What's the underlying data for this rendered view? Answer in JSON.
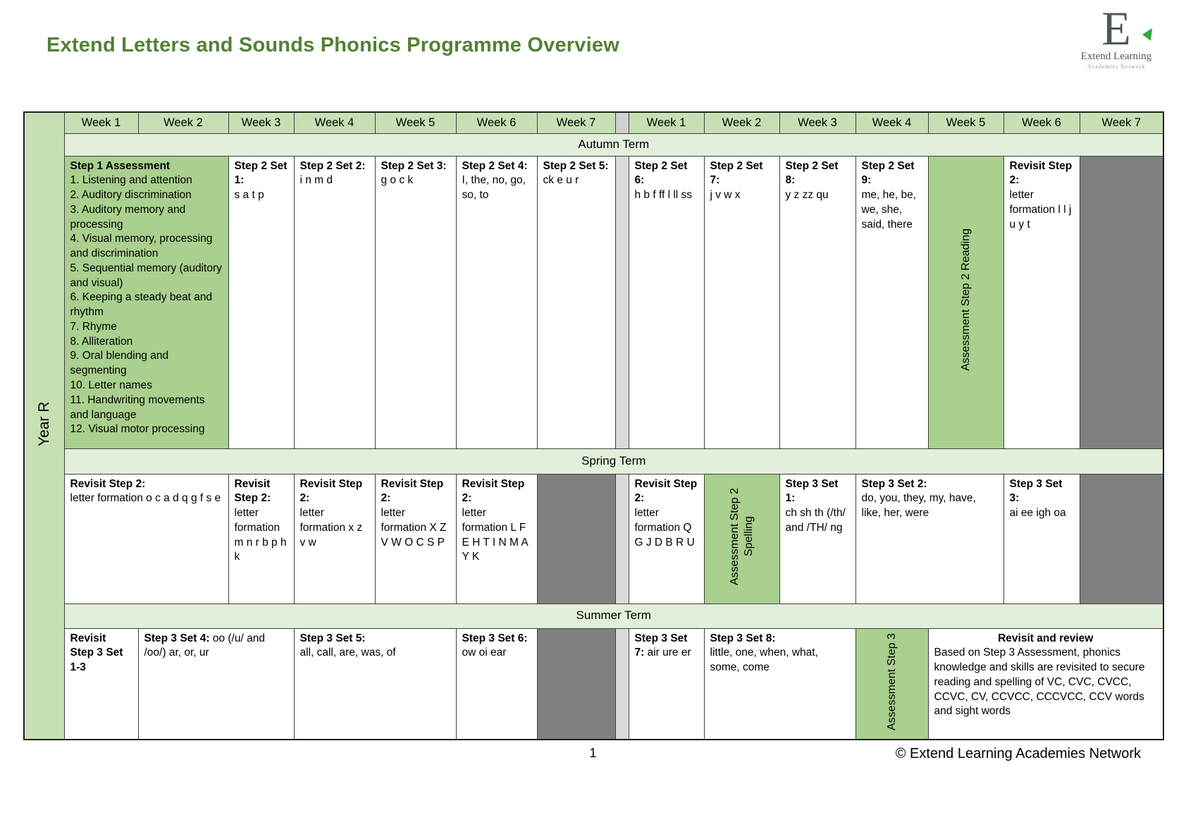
{
  "page": {
    "title": "Extend Letters and Sounds Phonics Programme Overview",
    "page_number": "1",
    "copyright": "© Extend Learning Academies Network"
  },
  "logo": {
    "letter": "E",
    "line1": "Extend Learning",
    "line2": "Academies Network"
  },
  "colors": {
    "title_green": "#538135",
    "week_header_green": "#C6E0B4",
    "term_banner_green": "#E2EFDA",
    "assessment_green": "#A9D08E",
    "unused_dark_gray": "#808080",
    "spacer_gray": "#DADADA",
    "logo_green": "#2EA836"
  },
  "table": {
    "year_label": "Year R",
    "weeks": [
      "Week 1",
      "Week 2",
      "Week 3",
      "Week 4",
      "Week 5",
      "Week 6",
      "Week 7"
    ],
    "autumn": {
      "title": "Autumn Term",
      "c0": {
        "head": "Step 1 Assessment",
        "body": "1. Listening and attention\n2. Auditory discrimination\n3. Auditory memory and processing\n4. Visual memory, processing and discrimination\n5. Sequential memory (auditory and visual)\n6. Keeping a steady beat and rhythm\n7. Rhyme\n8. Alliteration\n9. Oral blending and segmenting\n10. Letter names\n11. Handwriting movements and language\n12. Visual motor processing"
      },
      "c1": {
        "head": "Step 2 Set 1:",
        "body": "s a t p"
      },
      "c2": {
        "head": "Step 2 Set 2:",
        "body": "i n m d"
      },
      "c3": {
        "head": "Step 2 Set 3:",
        "body": "g o c k"
      },
      "c4": {
        "head": "Step 2 Set 4:",
        "body": "I, the, no, go, so, to"
      },
      "c5": {
        "head": "Step 2 Set 5:",
        "body": "ck e u r"
      },
      "c6": {
        "head": "Step 2 Set 6:",
        "body": "h b f ff l ll ss"
      },
      "c7": {
        "head": "Step 2 Set 7:",
        "body": "j v w x"
      },
      "c8": {
        "head": "Step 2 Set 8:",
        "body": "y z zz qu"
      },
      "c9": {
        "head": "Step 2 Set 9:",
        "body": "me, he, be, we, she, said, there"
      },
      "c10": {
        "label": "Assessment Step 2 Reading"
      },
      "c11": {
        "head": "Revisit Step 2:",
        "body": "letter formation l l j u y t"
      }
    },
    "spring": {
      "title": "Spring Term",
      "c0": {
        "head": "Revisit Step 2:",
        "body": "letter formation o c a d q g f s e"
      },
      "c1": {
        "head": "Revisit Step 2:",
        "body": "letter formation m n r b p h k"
      },
      "c2": {
        "head": "Revisit Step 2:",
        "body": "letter formation x z v w"
      },
      "c3": {
        "head": "Revisit Step 2:",
        "body": "letter formation X Z V W O C S P"
      },
      "c4": {
        "head": "Revisit Step 2:",
        "body": "letter formation L F E H T I N M A Y K"
      },
      "c5": {
        "head": "Revisit Step 2:",
        "body": "letter formation Q G J D B R U"
      },
      "c6": {
        "label": "Assessment Step 2 Spelling"
      },
      "c7": {
        "head": "Step 3 Set 1:",
        "body": "ch sh th (/th/ and /TH/ ng"
      },
      "c8": {
        "head": "Step 3 Set 2:",
        "body": "do, you, they, my, have, like, her, were"
      },
      "c9": {
        "head": "Step 3 Set 3:",
        "body": "ai ee igh oa"
      }
    },
    "summer": {
      "title": "Summer Term",
      "c0": {
        "head": "Revisit Step 3 Set 1-3"
      },
      "c1": {
        "head": "Step 3 Set 4:",
        "body": "oo (/u/ and /oo/) ar, or, ur"
      },
      "c2": {
        "head": "Step 3 Set 5:",
        "body": "all, call, are, was, of"
      },
      "c3": {
        "head": "Step 3 Set 6:",
        "body": "ow oi ear"
      },
      "c4": {
        "head": "Step 3 Set 7:",
        "body": "air ure er"
      },
      "c5": {
        "head": "Step 3 Set 8:",
        "body": "little, one, when, what, some, come"
      },
      "c6": {
        "label": "Assessment Step 3"
      },
      "c7": {
        "head": "Revisit and review",
        "body": "Based on Step 3 Assessment, phonics knowledge and skills are revisited to secure reading and spelling of VC, CVC, CVCC, CCVC, CV, CCVCC, CCCVCC, CCV words and sight words"
      }
    }
  }
}
